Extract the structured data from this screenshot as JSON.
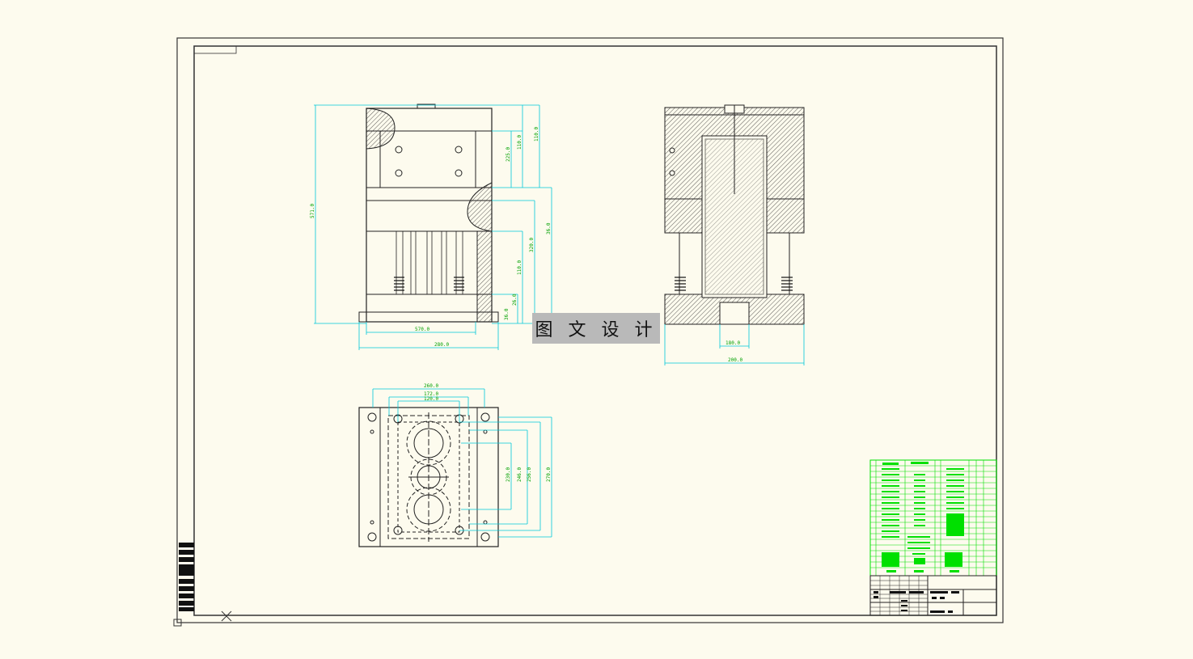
{
  "watermark": {
    "text": "图 文 设 计"
  },
  "dims": {
    "front_total_height": "571.0",
    "front_h1": "225.0",
    "front_h2": "110.0",
    "front_h3": "110.0",
    "front_h4": "320.0",
    "front_h5": "110.0",
    "front_h6": "36.0",
    "front_h7": "26.0",
    "front_h8": "36.0",
    "front_bottom_inner": "570.0",
    "front_bottom_outer": "280.0",
    "side_slot": "180.0",
    "side_total": "200.0",
    "plan_top1": "260.0",
    "plan_top2": "172.0",
    "plan_top3": "120.0",
    "plan_r1": "230.0",
    "plan_r2": "246.0",
    "plan_r3": "256.0",
    "plan_r4": "270.0"
  },
  "colors": {
    "paper": "#fdfbee",
    "line": "#222222",
    "dimension": "#00c8d8",
    "table": "#00e000"
  }
}
